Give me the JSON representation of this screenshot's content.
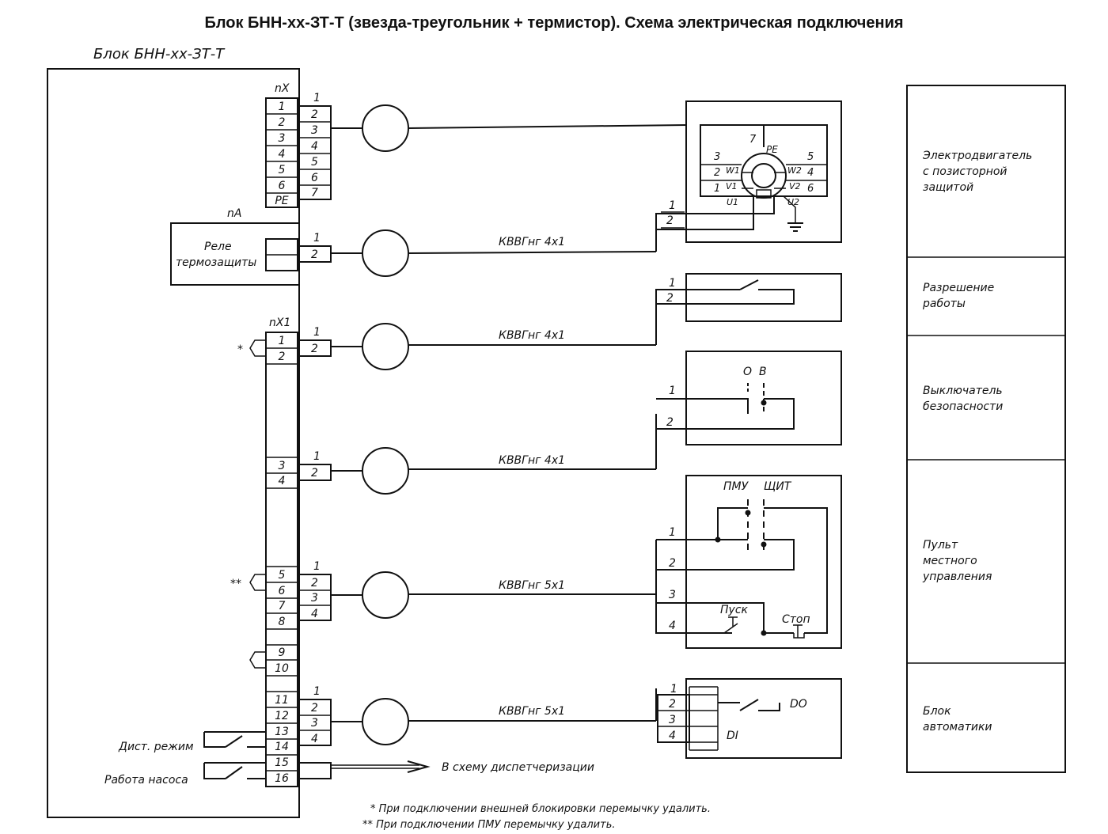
{
  "title": "Блок БНН-хх-ЗТ-Т (звезда-треугольник + термистор). Схема электрическая подключения",
  "block_label": "Блок БНН-хх-ЗТ-Т",
  "connectors": {
    "nX": {
      "name": "nX",
      "pins": [
        "1",
        "2",
        "3",
        "4",
        "5",
        "6",
        "PE"
      ]
    },
    "nA": "nA",
    "nX1": {
      "name": "nX1",
      "pins": [
        "1",
        "2",
        "3",
        "4",
        "5",
        "6",
        "7",
        "8",
        "9",
        "10",
        "11",
        "12",
        "13",
        "14",
        "15",
        "16"
      ]
    }
  },
  "relay_label": [
    "Реле",
    "термозащиты"
  ],
  "cables": [
    {
      "id": "c1",
      "wires": [
        "1",
        "2",
        "3",
        "4",
        "5",
        "6",
        "7"
      ],
      "type": ""
    },
    {
      "id": "c2",
      "wires": [
        "1",
        "2"
      ],
      "type": "КВВГнг 4х1"
    },
    {
      "id": "c3",
      "wires": [
        "1",
        "2"
      ],
      "type": "КВВГнг 4х1"
    },
    {
      "id": "c4",
      "wires": [
        "1",
        "2"
      ],
      "type": "КВВГнг 4х1"
    },
    {
      "id": "c5",
      "wires": [
        "1",
        "2",
        "3",
        "4"
      ],
      "type": "КВВГнг 5х1"
    },
    {
      "id": "c6",
      "wires": [
        "1",
        "2",
        "3",
        "4"
      ],
      "type": "КВВГнг 5х1"
    }
  ],
  "motor": {
    "terminals": [
      "3",
      "2",
      "1",
      "5",
      "4",
      "6",
      "7",
      "PE"
    ],
    "windings": [
      "W1",
      "V1",
      "U1",
      "W2",
      "V2",
      "U2"
    ],
    "thermistor_wires": [
      "1",
      "2"
    ]
  },
  "loop_numbers": {
    "enable": [
      "1",
      "2"
    ],
    "safety": [
      "1",
      "2"
    ],
    "local": [
      "1",
      "2",
      "3",
      "4"
    ],
    "automation": [
      "1",
      "2",
      "3",
      "4"
    ]
  },
  "switch_labels": {
    "safety_off": "О",
    "safety_on": "В",
    "pmu": "ПМУ",
    "shield": "ЩИТ",
    "start": "Пуск",
    "stop": "Стоп",
    "do": "DO",
    "di": "DI"
  },
  "left_labels": {
    "dist_mode": "Дист. режим",
    "pump_work": "Работа насоса",
    "star1": "*",
    "star2": "**"
  },
  "dispatch_label": "В схему диспетчеризации",
  "legend_rows": [
    [
      "Электродвигатель",
      "с позисторной",
      "защитой"
    ],
    [
      "Разрешение",
      "работы"
    ],
    [
      "Выключатель",
      "безопасности"
    ],
    [
      "Пульт",
      "местного",
      "управления"
    ],
    [
      "Блок",
      "автоматики"
    ]
  ],
  "notes": [
    "* При подключении внешней блокировки перемычку удалить.",
    "** При подключении ПМУ перемычку удалить."
  ]
}
